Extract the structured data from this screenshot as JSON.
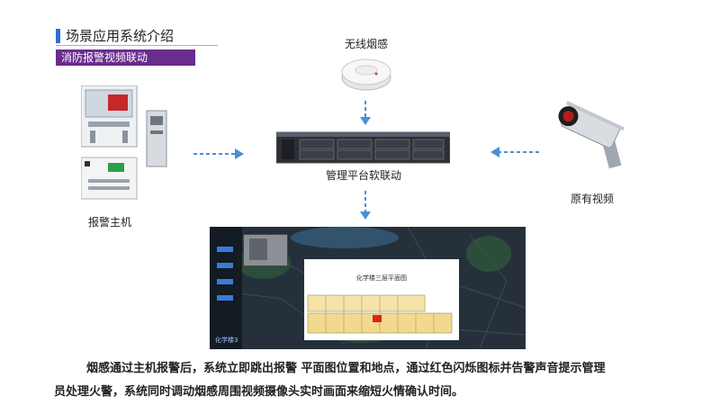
{
  "header": {
    "title": "场景应用系统介绍",
    "subtitle": "消防报警视频联动"
  },
  "nodes": {
    "smoke_detector": "无线烟感",
    "alarm_host": "报警主机",
    "server": "管理平台软联动",
    "camera": "原有视频"
  },
  "screen": {
    "floorplan_title": "化学楼三层平面图",
    "side_label": "化学楼3"
  },
  "caption": {
    "line1": "烟感通过主机报警后，系统立即跳出报警  平面图位置和地点，通过红色闪烁图标并告警声音提示管理",
    "line2": "员处理火警，系统同时调动烟感周围视频摄像头实时画面来缩短火情确认时间。"
  },
  "colors": {
    "accent_blue": "#2b6fd6",
    "subtitle_bg": "#6a2c8e",
    "arrow": "#4a8fd8",
    "alarm_red": "#e02020"
  },
  "icons": [
    "smoke-detector-icon",
    "alarm-host-icon",
    "server-icon",
    "camera-icon"
  ]
}
